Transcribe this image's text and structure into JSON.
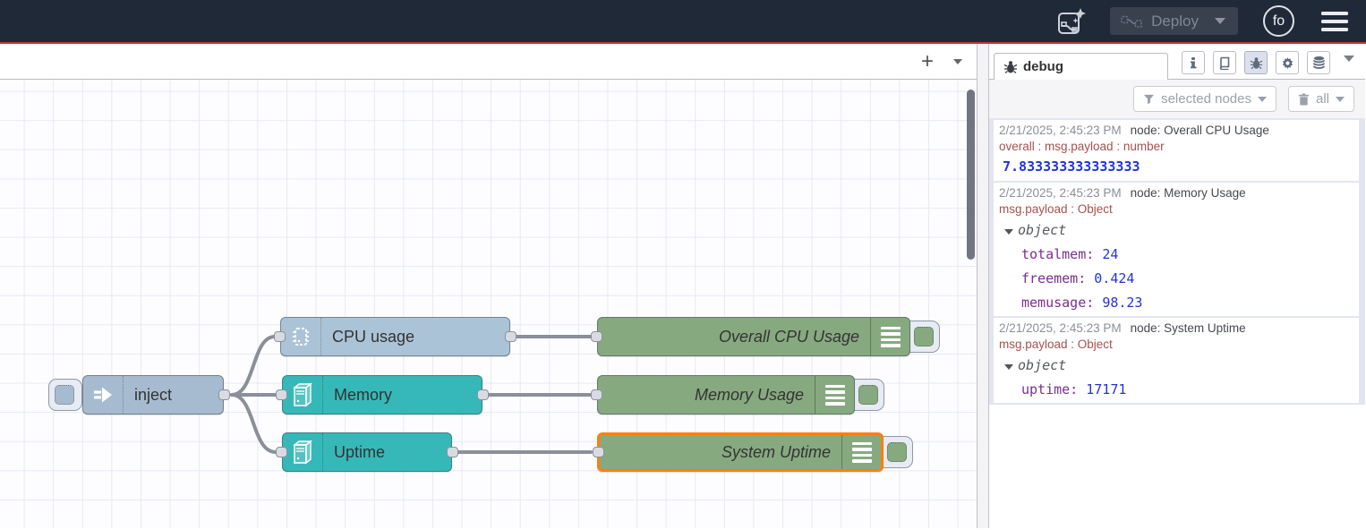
{
  "colors": {
    "header_bg": "#202938",
    "header_accent_line": "#c93434",
    "node_inject": "#a6bbcf",
    "node_cpu": "#abc3d7",
    "node_os": "#36b8b8",
    "node_debug": "#87a980",
    "selection": "#ff7f0e",
    "wire": "#8a8f99",
    "debug_meta": "#a8504c",
    "debug_key": "#7a2e8f",
    "debug_number": "#2433d6"
  },
  "header": {
    "deploy_label": "Deploy",
    "avatar_text": "fo"
  },
  "workspace": {
    "add_flow_label": "+"
  },
  "flow": {
    "nodes": [
      {
        "label": "inject"
      },
      {
        "label": "CPU usage"
      },
      {
        "label": "Memory"
      },
      {
        "label": "Uptime"
      },
      {
        "label": "Overall CPU Usage"
      },
      {
        "label": "Memory Usage"
      },
      {
        "label": "System Uptime",
        "selected": true
      }
    ]
  },
  "sidebar": {
    "tab_label": "debug",
    "filter_label": "selected nodes",
    "clear_label": "all",
    "messages": [
      {
        "timestamp": "2/21/2025, 2:45:23 PM",
        "source": "node: Overall CPU Usage",
        "meta": "overall : msg.payload : number",
        "value": "7.833333333333333"
      },
      {
        "timestamp": "2/21/2025, 2:45:23 PM",
        "source": "node: Memory Usage",
        "meta": "msg.payload : Object",
        "object_label": "object",
        "fields": [
          {
            "key": "totalmem:",
            "value": "24"
          },
          {
            "key": "freemem:",
            "value": "0.424"
          },
          {
            "key": "memusage:",
            "value": "98.23"
          }
        ]
      },
      {
        "timestamp": "2/21/2025, 2:45:23 PM",
        "source": "node: System Uptime",
        "meta": "msg.payload : Object",
        "object_label": "object",
        "fields": [
          {
            "key": "uptime:",
            "value": "17171"
          }
        ]
      }
    ]
  }
}
